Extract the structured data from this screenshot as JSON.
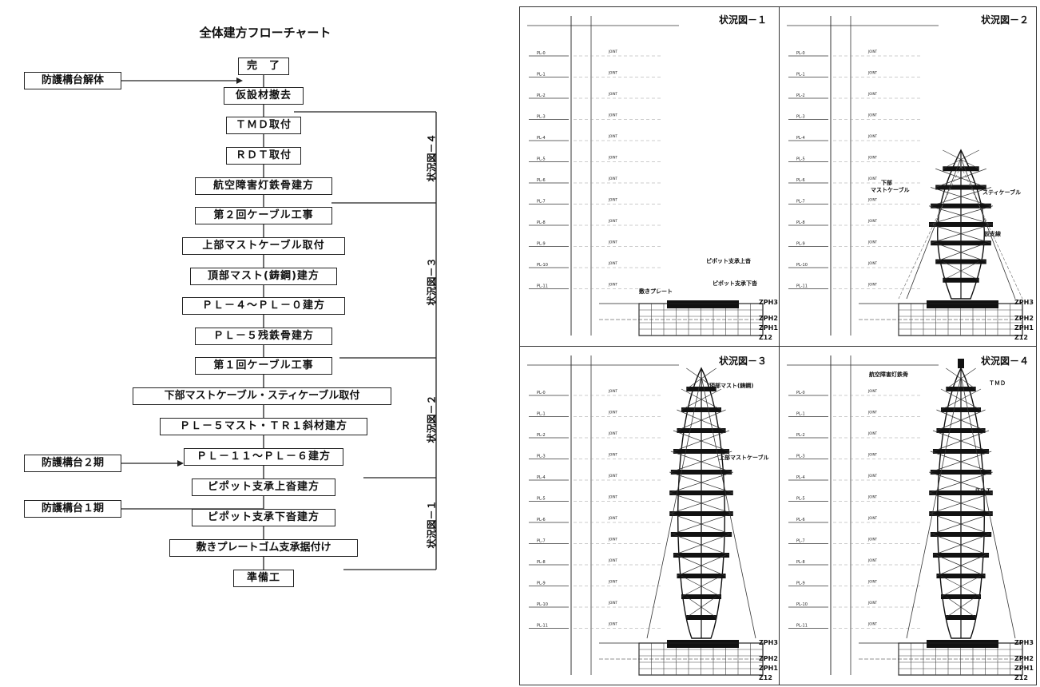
{
  "flowchart": {
    "title": "全体建方フローチャート",
    "steps": [
      "完　了",
      "仮設材撤去",
      "ＴＭＤ取付",
      "ＲＤＴ取付",
      "航空障害灯鉄骨建方",
      "第２回ケーブル工事",
      "上部マストケーブル取付",
      "頂部マスト(鋳鋼)建方",
      "ＰＬ－４～ＰＬ－０建方",
      "ＰＬ－５残鉄骨建方",
      "第１回ケーブル工事",
      "下部マストケーブル・スティケーブル取付",
      "ＰＬ－５マスト・ＴＲ１斜材建方",
      "ＰＬ－１１～ＰＬ－６建方",
      "ピポット支承上沓建方",
      "ピポット支承下沓建方",
      "敷きプレートゴム支承据付け",
      "準備工"
    ],
    "side_inputs": {
      "dismantle": "防護構台解体",
      "stage2": "防護構台２期",
      "stage1": "防護構台１期"
    },
    "phases": [
      "状況図－４",
      "状況図－３",
      "状況図－２",
      "状況図－１"
    ]
  },
  "panels": [
    {
      "title": "状況図－１",
      "notes": [
        "ピポット支承上沓",
        "ピポット支承下沓",
        "敷きプレート"
      ]
    },
    {
      "title": "状況図－２",
      "notes": [
        "下部",
        "マストケーブル",
        "スティケーブル",
        "仮支線"
      ]
    },
    {
      "title": "状況図－３",
      "notes": [
        "頂部マスト(鋳鋼)",
        "上部マストケーブル"
      ]
    },
    {
      "title": "状況図－４",
      "notes": [
        "航空障害灯鉄骨",
        "ＴＭＤ",
        "ＲＤＴ"
      ]
    }
  ],
  "legend": [
    "ZPH3",
    "ZPH2",
    "ZPH1",
    "Z12"
  ],
  "levels": [
    "PL-0",
    "PL-1",
    "PL-2",
    "PL-3",
    "PL-4",
    "PL-5",
    "PL-6",
    "PL-7",
    "PL-8",
    "PL-9",
    "PL-10",
    "PL-11"
  ],
  "joint_label": "JOINT"
}
